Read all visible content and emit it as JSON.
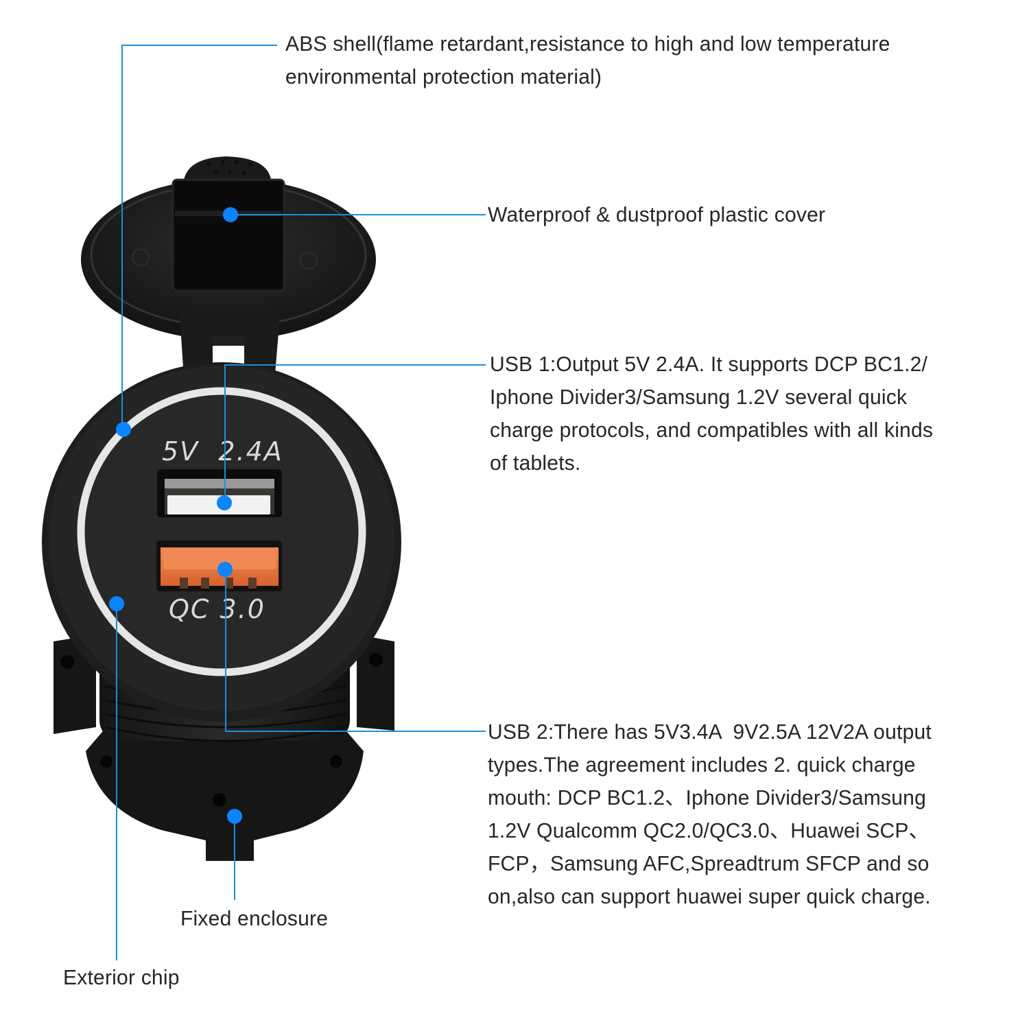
{
  "title": "Dual USB car charger socket – part callout diagram",
  "colors": {
    "leader_line": "#1a8fd8",
    "callout_dot": "#0a84ff",
    "body_black": "#1c1c1c",
    "ring_white": "#e6e6e6",
    "qc_port_orange": "#e9743f",
    "text": "#262626"
  },
  "product": {
    "top_port_marking": "5V  2.4A",
    "bottom_port_marking": "QC 3.0"
  },
  "callouts": [
    {
      "id": "abs-shell",
      "lines": [
        "ABS shell(flame retardant,resistance to high and low temperature",
        "environmental protection material)"
      ]
    },
    {
      "id": "cover",
      "lines": [
        "Waterproof & dustproof plastic cover"
      ]
    },
    {
      "id": "usb1",
      "lines": [
        "USB 1:Output 5V 2.4A. It supports DCP BC1.2/",
        "Iphone Divider3/Samsung 1.2V several quick",
        "charge protocols, and compatibles with all kinds",
        "of tablets."
      ]
    },
    {
      "id": "usb2",
      "lines": [
        "USB 2:There has 5V3.4A  9V2.5A 12V2A output",
        "types.The agreement includes 2. quick charge",
        "mouth: DCP BC1.2、Iphone Divider3/Samsung",
        "1.2V Qualcomm QC2.0/QC3.0、Huawei SCP、",
        "FCP，Samsung AFC,Spreadtrum SFCP and so",
        "on,also can support huawei super quick charge."
      ]
    },
    {
      "id": "fixed-enclosure",
      "lines": [
        "Fixed enclosure"
      ]
    },
    {
      "id": "exterior-chip",
      "lines": [
        "Exterior chip"
      ]
    }
  ]
}
